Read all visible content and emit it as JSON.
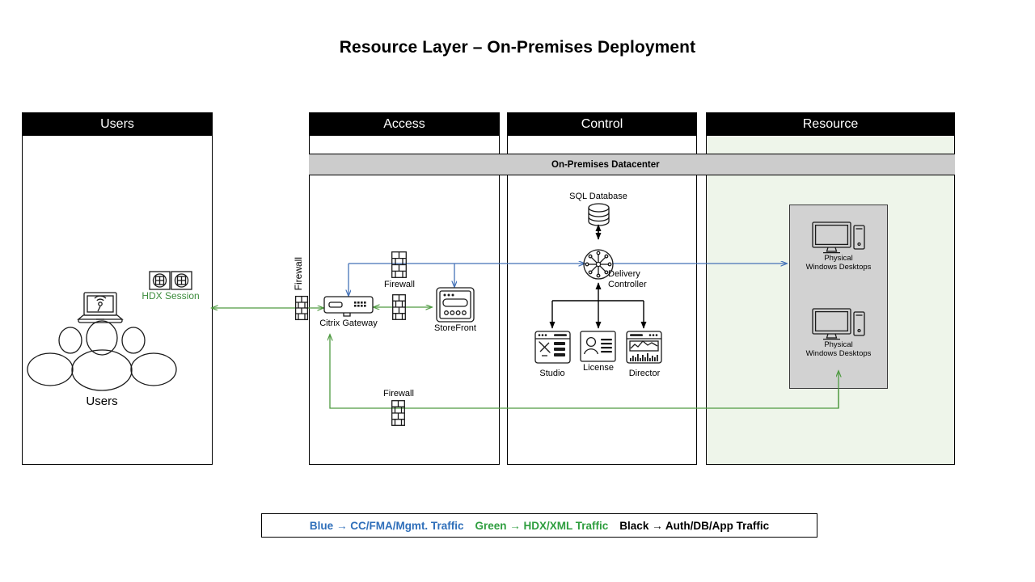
{
  "title": "Resource Layer – On-Premises Deployment",
  "lanes": [
    {
      "id": "users",
      "label": "Users"
    },
    {
      "id": "access",
      "label": "Access"
    },
    {
      "id": "control",
      "label": "Control"
    },
    {
      "id": "resource",
      "label": "Resource"
    }
  ],
  "datacenter": {
    "label": "On-Premises Datacenter"
  },
  "users_lane": {
    "hdx_session_label": "HDX Session",
    "users_label": "Users",
    "window_icon": "hdx-session-windows-icon",
    "endpoint_icon": "laptop-icon",
    "people_icon": "users-group-icon"
  },
  "access_lane": {
    "perimeter_firewall_label": "Firewall",
    "gateway_label": "Citrix Gateway",
    "storefront_label": "StoreFront",
    "firewall_top_label": "Firewall",
    "firewall_mid_label": "Firewall",
    "firewall_bottom_label": "Firewall",
    "gateway_icon": "citrix-gateway-appliance-icon",
    "storefront_icon": "storefront-window-icon",
    "firewall_icon": "firewall-brick-icon"
  },
  "control_lane": {
    "sql_label": "SQL Database",
    "controller_label_line1": "Delivery",
    "controller_label_line2": "Controller",
    "studio_label": "Studio",
    "license_label": "License",
    "director_label": "Director",
    "sql_icon": "database-cylinder-icon",
    "controller_icon": "delivery-controller-hub-icon",
    "studio_icon": "studio-console-icon",
    "license_icon": "license-card-icon",
    "director_icon": "director-monitoring-icon"
  },
  "resource_lane": {
    "desktop_top_line1": "Physical",
    "desktop_top_line2": "Windows Desktops",
    "desktop_bottom_line1": "Physical",
    "desktop_bottom_line2": "Windows Desktops",
    "desktop_icon": "windows-desktop-pc-icon"
  },
  "legend": {
    "blue_key": "Blue",
    "blue_arrow": "→",
    "blue_text": "CC/FMA/Mgmt. Traffic",
    "green_key": "Green",
    "green_arrow": "→",
    "green_text": "HDX/XML Traffic",
    "black_key": "Black",
    "black_arrow": "→",
    "black_text": "Auth/DB/App  Traffic"
  },
  "colors": {
    "blue": "#4472b8",
    "green": "#4f9a41",
    "black": "#000000",
    "resource_tint": "#eef5ea",
    "datacenter_band": "#cccccc",
    "header": "#000000"
  }
}
